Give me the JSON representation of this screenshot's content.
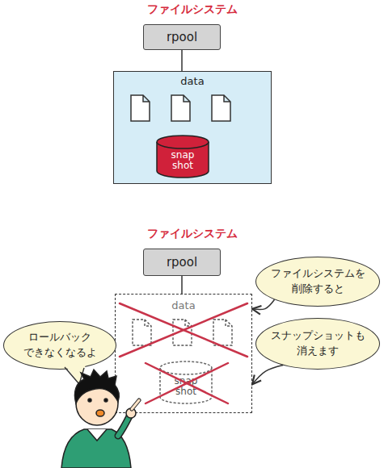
{
  "diagram": {
    "nodes": [
      {
        "text": [
          "rpool"
        ]
      },
      {
        "text": [
          "data"
        ]
      },
      {
        "text": [
          "snap shot"
        ],
        "in": 1
      },
      {
        "text": [
          "rpool"
        ]
      },
      {
        "text": [
          "data"
        ]
      },
      {
        "text": [
          "snap shot"
        ],
        "in": 4
      },
      {
        "text": [
          "ファイルシステムを 削除すると"
        ]
      },
      {
        "text": [
          "ロールバック できなくなるよ"
        ]
      },
      {
        "text": [
          "スナップショットも 消えます"
        ]
      }
    ],
    "edges": [
      {
        "from": 0,
        "to": 1,
        "arrow": "none"
      },
      {
        "from": 3,
        "to": 4,
        "arrow": "none"
      },
      {
        "from": 6,
        "to": 4,
        "arrow": "to"
      },
      {
        "from": 8,
        "to": 4,
        "arrow": "to"
      }
    ],
    "labels": [
      "ファイルシステム",
      "ファイルシステム"
    ]
  }
}
